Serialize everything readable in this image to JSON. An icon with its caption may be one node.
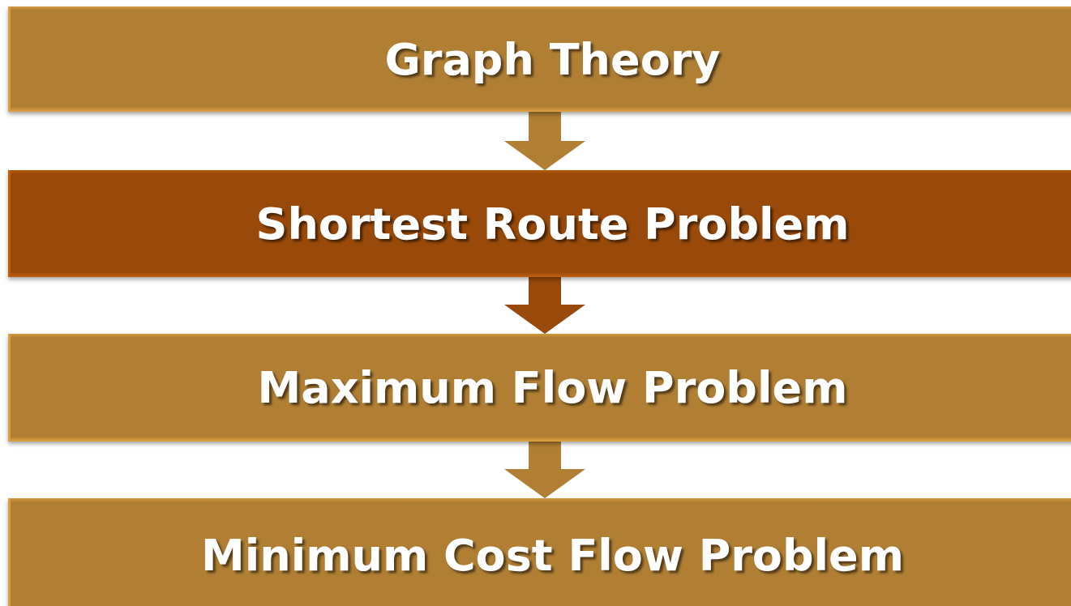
{
  "diagram": {
    "nodes": [
      {
        "text": [
          "Graph Theory"
        ]
      },
      {
        "text": [
          "Shortest Route Problem"
        ]
      },
      {
        "text": [
          "Maximum Flow Problem"
        ]
      },
      {
        "text": [
          "Minimum Cost Flow Problem"
        ]
      }
    ],
    "edges": [
      {
        "from": 0,
        "to": 1,
        "arrow": "to"
      },
      {
        "from": 1,
        "to": 2,
        "arrow": "to",
        "color": "#994a0a"
      },
      {
        "from": 2,
        "to": 3,
        "arrow": "to"
      }
    ]
  }
}
